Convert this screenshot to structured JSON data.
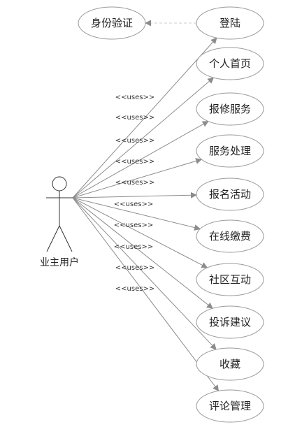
{
  "actor": {
    "name": "业主用户"
  },
  "extra_use_case": {
    "label": "身份验证"
  },
  "use_cases": [
    {
      "id": "login",
      "label": "登陆"
    },
    {
      "id": "home",
      "label": "个人首页"
    },
    {
      "id": "repair",
      "label": "报修服务"
    },
    {
      "id": "service",
      "label": "服务处理"
    },
    {
      "id": "signup",
      "label": "报名活动"
    },
    {
      "id": "payment",
      "label": "在线缴费"
    },
    {
      "id": "community",
      "label": "社区互动"
    },
    {
      "id": "complaint",
      "label": "投诉建议"
    },
    {
      "id": "favorites",
      "label": "收藏"
    },
    {
      "id": "comments",
      "label": "评论管理"
    }
  ],
  "uses_label": "<<uses>>",
  "colors": {
    "line": "#8c8c8c",
    "dashed": "#c8c8c8",
    "ellipse_stroke": "#9a9a9a",
    "arrow": "#8c8c8c"
  }
}
